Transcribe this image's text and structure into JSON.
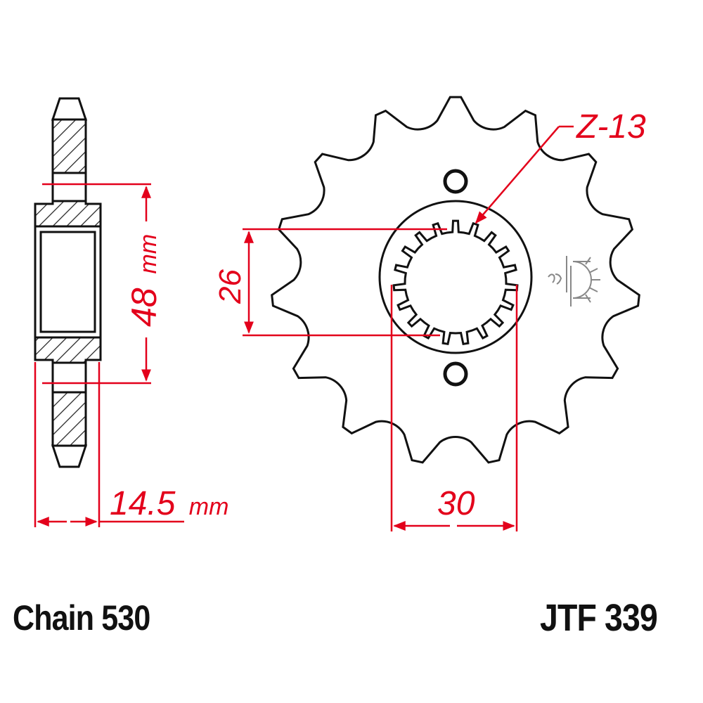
{
  "diagram": {
    "type": "sprocket-technical-drawing",
    "colors": {
      "outline": "#111111",
      "dimension": "#e3001b",
      "hatch": "#222222",
      "logo": "#888888"
    },
    "side_view": {
      "height_dim": {
        "value": "48",
        "unit": "mm"
      },
      "width_dim": {
        "value": "14.5",
        "unit": "mm"
      }
    },
    "front_view": {
      "teeth_label": "Z-13",
      "spline_inner_dim": "26",
      "spline_outer_dim": "30",
      "teeth_count_drawn": 15,
      "mounting_holes": 2
    },
    "logo_icon": "jt-sun-logo"
  },
  "footer": {
    "chain": "Chain 530",
    "part_number": "JTF 339"
  }
}
